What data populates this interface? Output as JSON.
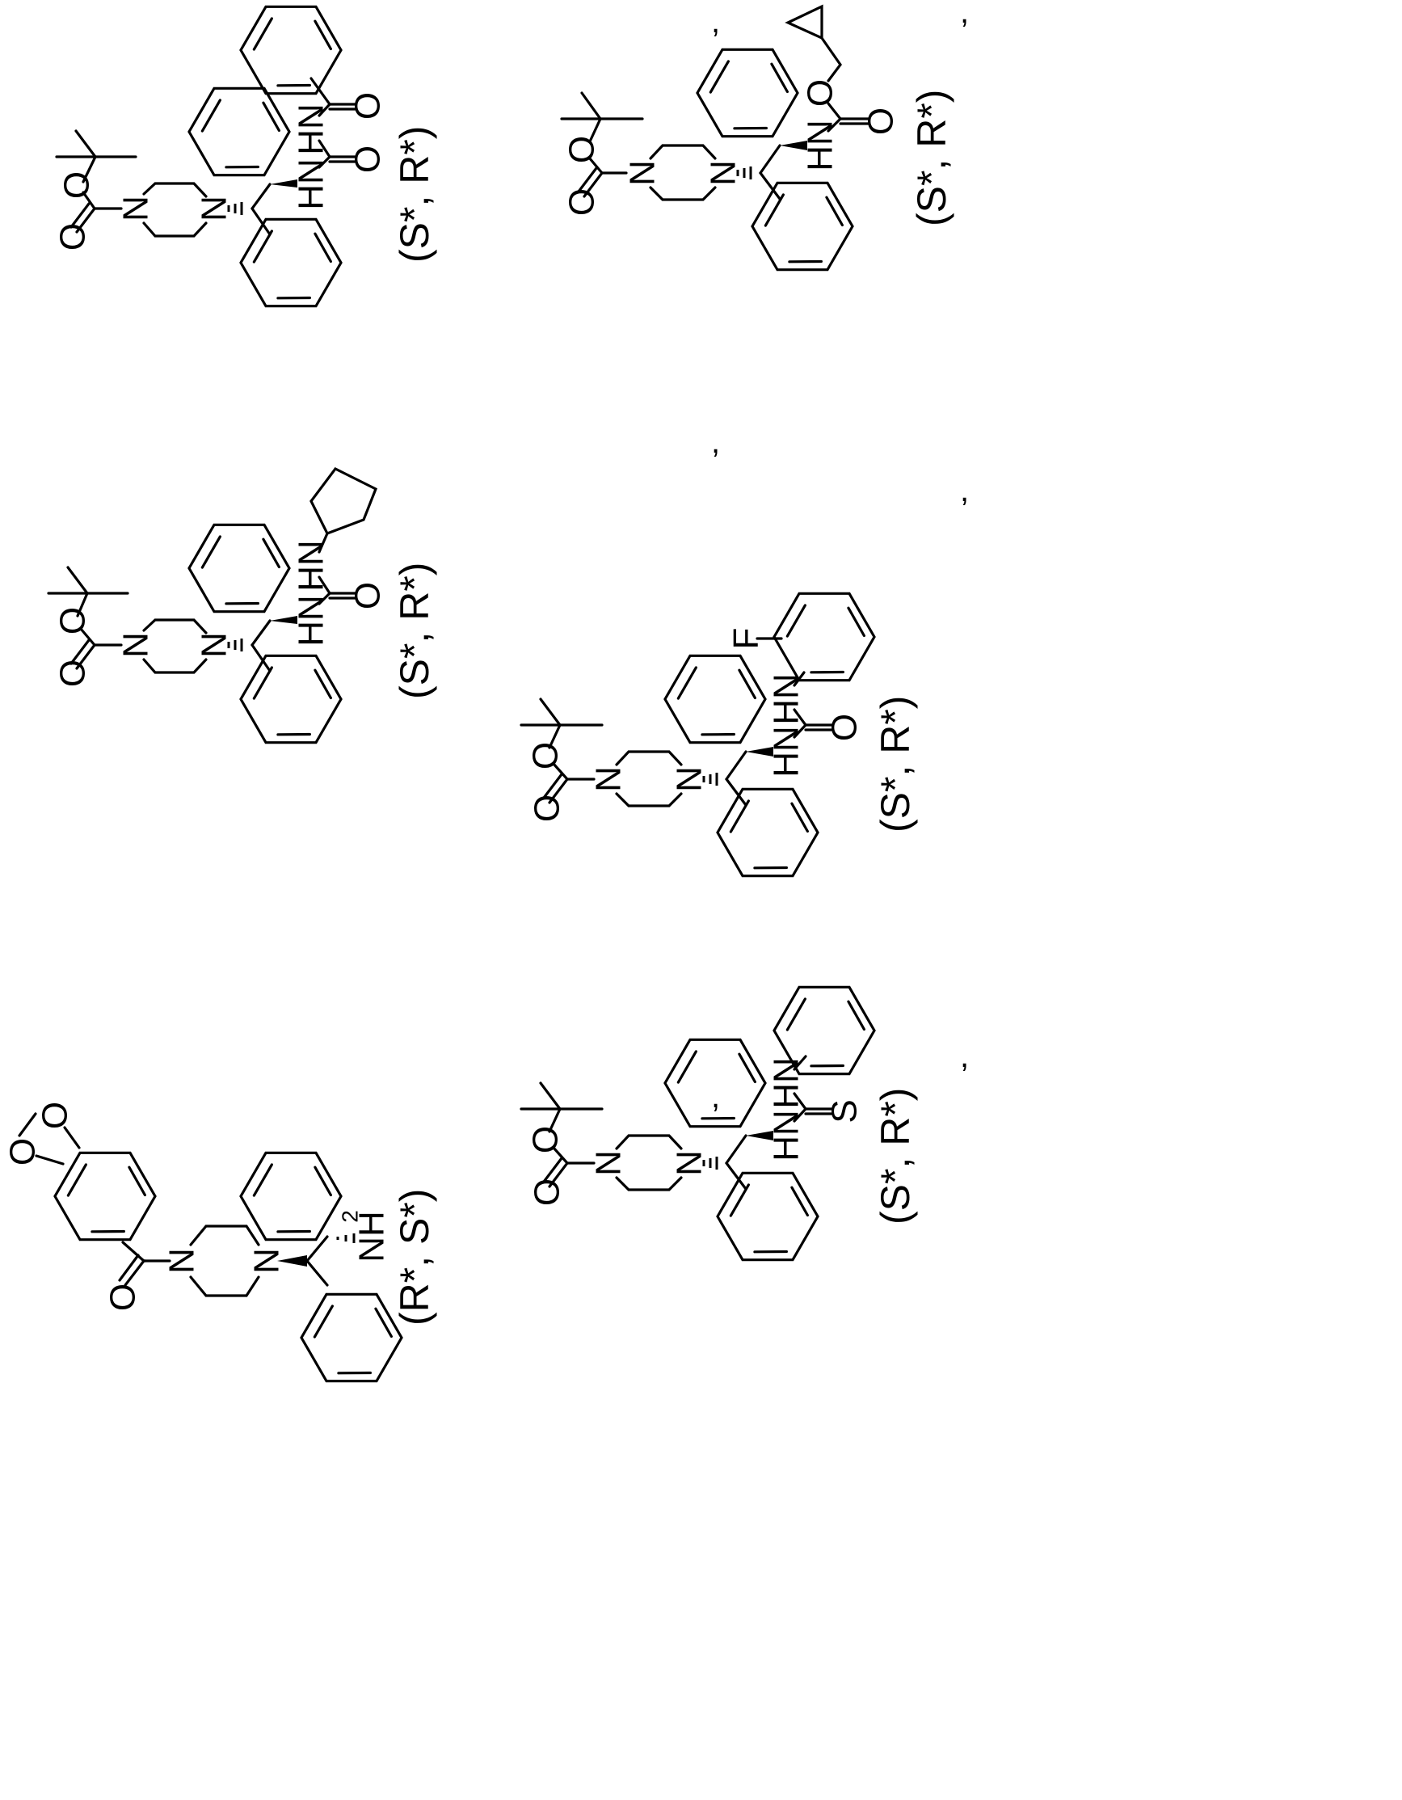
{
  "page": {
    "orientation": "rotated-90-ccw",
    "description": "Patent drawing sheet with six piperazine diphenylethyl compounds"
  },
  "compounds": [
    {
      "id": 1,
      "position": "top-left",
      "stereo": "(S*, R*)",
      "core": "1-Boc-piperazine-4-yl diphenylethyl",
      "substituent": "N-benzoylurea",
      "atom_labels": [
        "O",
        "O",
        "N",
        "N",
        "HN",
        "O",
        "HN",
        "O"
      ],
      "separator": ","
    },
    {
      "id": 2,
      "position": "top-middle",
      "stereo": "(S*, R*)",
      "core": "1-Boc-piperazine-4-yl diphenylethyl",
      "substituent": "N-cyclopentylurea",
      "atom_labels": [
        "O",
        "O",
        "N",
        "N",
        "HN",
        "O",
        "HN"
      ],
      "separator": ","
    },
    {
      "id": 3,
      "position": "top-right",
      "stereo": "(R*, S*)",
      "core": "1-(1,3-benzodioxole-5-carbonyl)piperazine-4-yl diphenylethyl",
      "substituent": "primary amine",
      "atom_labels": [
        "O",
        "O",
        "O",
        "N",
        "N",
        "NH",
        "2"
      ],
      "separator": ","
    },
    {
      "id": 4,
      "position": "bottom-left",
      "stereo": "(S*, R*)",
      "core": "1-Boc-piperazine-4-yl diphenylethyl",
      "substituent": "cyclopropylmethyl carbamate",
      "atom_labels": [
        "O",
        "O",
        "N",
        "N",
        "HN",
        "O",
        "O"
      ],
      "separator": ","
    },
    {
      "id": 5,
      "position": "bottom-middle",
      "stereo": "(S*, R*)",
      "core": "1-Boc-piperazine-4-yl diphenylethyl",
      "substituent": "N-(2-fluorophenyl)urea",
      "atom_labels": [
        "O",
        "O",
        "N",
        "N",
        "HN",
        "O",
        "HN",
        "F"
      ],
      "separator": ","
    },
    {
      "id": 6,
      "position": "bottom-right",
      "stereo": "(S*, R*)",
      "core": "1-Boc-piperazine-4-yl diphenylethyl",
      "substituent": "N-phenylthiourea",
      "atom_labels": [
        "O",
        "O",
        "N",
        "N",
        "HN",
        "S",
        "HN"
      ],
      "separator": ","
    }
  ],
  "labels": {
    "c1_stereo": "(S*, R*)",
    "c2_stereo": "(S*, R*)",
    "c3_stereo": "(R*, S*)",
    "c4_stereo": "(S*, R*)",
    "c5_stereo": "(S*, R*)",
    "c6_stereo": "(S*, R*)",
    "O": "O",
    "N": "N",
    "HN": "HN",
    "S": "S",
    "F": "F",
    "NH": "NH",
    "two": "2",
    "comma": ","
  }
}
